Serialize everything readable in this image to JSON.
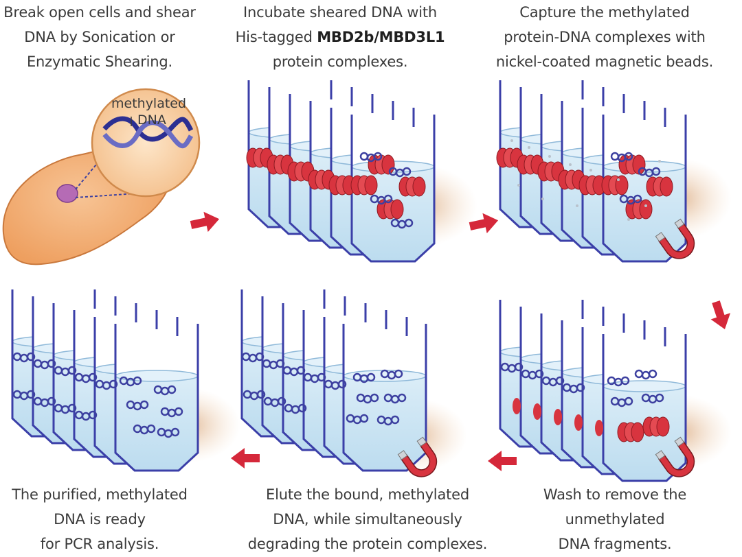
{
  "steps": {
    "step1": {
      "lines": [
        "Break open cells and shear",
        "DNA by Sonication or",
        "Enzymatic Shearing."
      ]
    },
    "step2": {
      "line1": "Incubate sheared DNA with",
      "line2_pre": "His-tagged ",
      "line2_bold": "MBD2b/MBD3L1",
      "line3": "protein complexes."
    },
    "step3": {
      "lines": [
        "Capture the methylated",
        "protein-DNA complexes with",
        "nickel-coated magnetic beads."
      ]
    },
    "step4": {
      "lines": [
        "Wash to remove the",
        "unmethylated",
        "DNA fragments."
      ]
    },
    "step5": {
      "lines": [
        "Elute the bound, methylated",
        "DNA, while simultaneously",
        "degrading the protein complexes."
      ]
    },
    "step6": {
      "lines": [
        "The purified, methylated",
        "DNA is ready",
        "for PCR analysis."
      ]
    }
  },
  "cell_label": {
    "line1": "methylated",
    "line2": "DNA"
  },
  "colors": {
    "tube_outline": "#3b3fa8",
    "liquid": "#cfe6f5",
    "protein": "#d8343f",
    "dna_ring": "#3d40a0",
    "arrow": "#d5283a",
    "magnet": "#d8343f",
    "cell": "#f3b884",
    "shadow": "#e9c7a5"
  },
  "icons": [
    "cell-icon",
    "dna-helix-icon",
    "tube-rack-icon",
    "magnet-icon",
    "arrow-icon"
  ]
}
